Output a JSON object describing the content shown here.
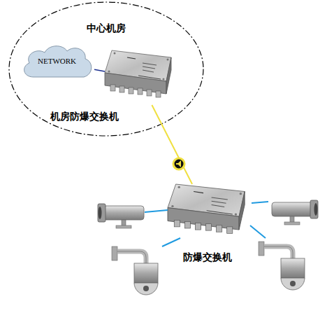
{
  "diagram": {
    "nodes": [
      {
        "text": [
          "中心机房"
        ]
      },
      {
        "text": [
          "NETWORK"
        ],
        "in": 0
      },
      {
        "text": [
          "机房防爆交换机"
        ],
        "in": 0
      },
      {
        "text": [
          "防爆交换机"
        ]
      }
    ],
    "edges": [
      {
        "from": 1,
        "to": 2,
        "arrow": "none"
      },
      {
        "from": 2,
        "to": 3,
        "arrow": "none"
      }
    ]
  }
}
